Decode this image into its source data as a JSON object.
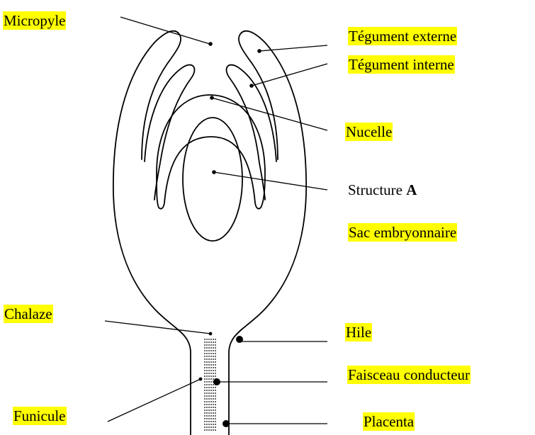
{
  "labels": {
    "micropyle": "Micropyle",
    "tegument_externe": "Tégument externe",
    "tegument_interne": "Tégument interne",
    "nucelle": "Nucelle",
    "structure_a": "Structure ",
    "structure_a_letter": "A",
    "sac_embryonnaire": "Sac embryonnaire",
    "chalaze": "Chalaze",
    "hile": "Hile",
    "faisceau_conducteur": "Faisceau conducteur",
    "funicule": "Funicule",
    "placenta": "Placenta"
  },
  "colors": {
    "highlight": "#ffff00",
    "ink": "#000000",
    "background": "#ffffff"
  }
}
